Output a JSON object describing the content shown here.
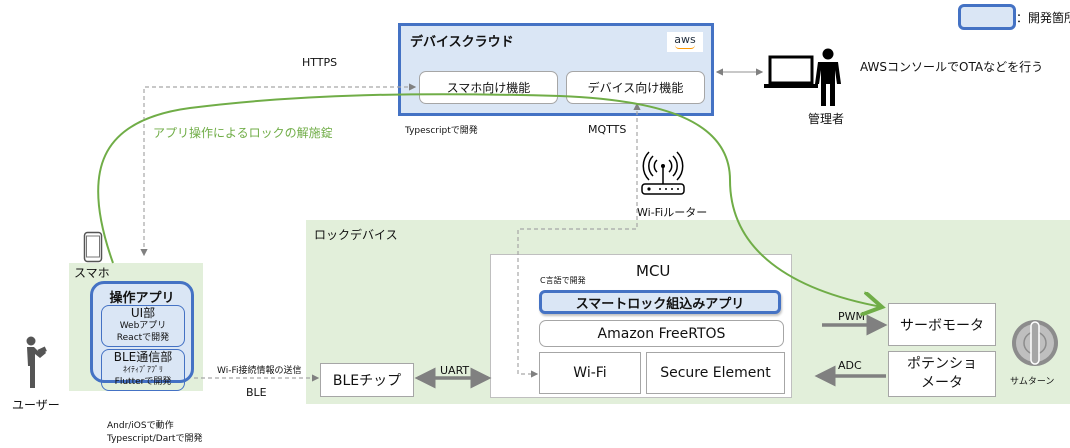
{
  "legend": {
    "label": "：開発箇所",
    "swatch_color": "#dae6f5",
    "swatch_border": "#4472c4"
  },
  "cloud": {
    "title": "デバイスクラウド",
    "aws_logo": "aws",
    "smartphone_func": "スマホ向け機能",
    "device_func": "デバイス向け機能",
    "dev_note": "Typescriptで開発"
  },
  "protocols": {
    "https": "HTTPS",
    "mqtts": "MQTTS",
    "ble": "BLE",
    "ble_note": "Wi-Fi接続情報の送信",
    "uart": "UART",
    "pwm": "PWM",
    "adc": "ADC"
  },
  "admin": {
    "label": "管理者",
    "note": "AWSコンソールでOTAなどを行う"
  },
  "flow_label": "アプリ操作によるロックの解施錠",
  "router": {
    "label": "Wi-Fiルーター"
  },
  "smartphone": {
    "label": "スマホ",
    "app_title": "操作アプリ",
    "ui": {
      "title": "UI部",
      "line1": "Webアプリ",
      "line2": "Reactで開発"
    },
    "ble": {
      "title": "BLE通信部",
      "line1": "ﾈｲﾃｨﾌﾞｱﾌﾟﾘ",
      "line2": "Flutterで開発"
    },
    "note_line1": "Andr/iOSで動作",
    "note_line2": "Typescript/Dartで開発"
  },
  "user": {
    "label": "ユーザー"
  },
  "lock_device": {
    "label": "ロックデバイス",
    "ble_chip": "BLEチップ",
    "mcu": {
      "title": "MCU",
      "dev_note": "C言語で開発",
      "embedded_app": "スマートロック組込みアプリ",
      "rtos": "Amazon FreeRTOS",
      "wifi": "Wi-Fi",
      "secure_element": "Secure Element"
    },
    "servo": "サーボモータ",
    "potentiometer_line1": "ポテンショ",
    "potentiometer_line2": "メータ",
    "thumbturn": "サムターン"
  },
  "colors": {
    "accent_blue": "#4472c4",
    "flow_green": "#70ad47",
    "area_green": "#e2efda",
    "arrow_gray": "#808080"
  }
}
